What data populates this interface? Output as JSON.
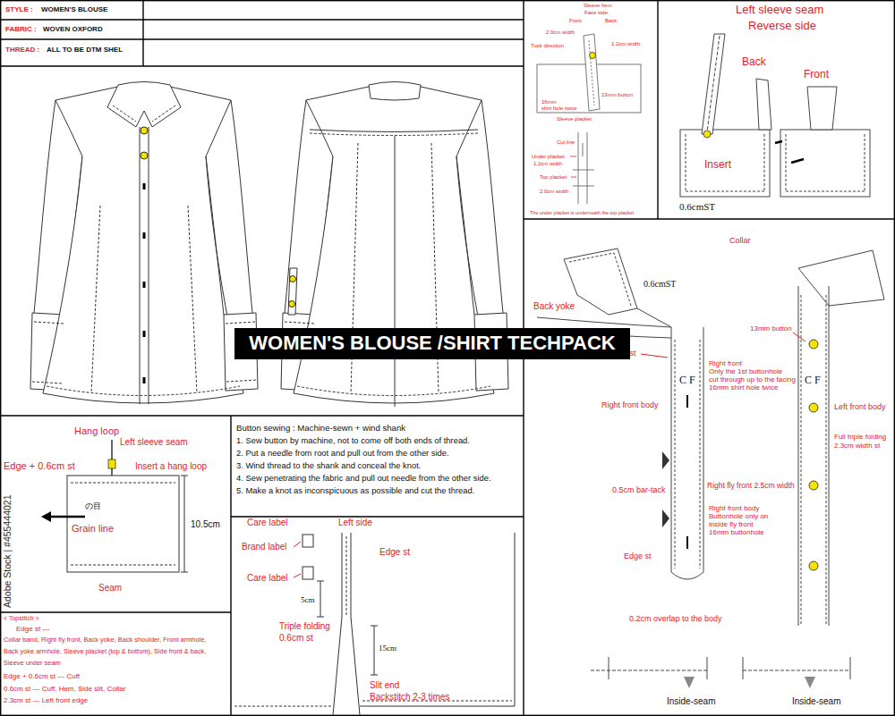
{
  "diagram": {
    "nodes": [
      {
        "text": [
          "WOMEN'S BLOUSE /SHIRT TECHPACK"
        ]
      }
    ],
    "labels": [
      "STYLE :",
      "WOMEN'S BLOUSE",
      "FABRIC :",
      "WOVEN OXFORD",
      "THREAD :",
      "ALL TO BE DTM SHEL",
      "Sleeve hem",
      "Face side",
      "Front",
      "Back",
      "2.0cm width",
      "1.2cm width",
      "Tuck direction",
      "13mm button",
      "16mm",
      "shirt hole twice",
      "Sleeve placket",
      "Cut line",
      "Under placket",
      "1.2cm width",
      "Top placket",
      "2.0cm width",
      "The under placket is underneath the top placket",
      "Left sleeve seam",
      "Reverse side",
      "Back",
      "Front",
      "Insert",
      "0.6cmST",
      "Collar",
      "0.6cmST",
      "Back yoke",
      "13mm button",
      "Edge st",
      "Right front",
      "Only the 1st buttonhole",
      "cut through up to the facing",
      "16mm shirt hole twice",
      "C F",
      "C F",
      "Right front body",
      "Left front body",
      "Full triple folding",
      "2.3cm width st",
      "0.5cm bar-tack",
      "Right fly front 2.5cm width",
      "Right front body",
      "Buttonhole only on",
      "inside fly front",
      "16mm buttonhole",
      "Edge st",
      "0.2cm overlap to the body",
      "Inside-seam",
      "Inside-seam",
      "Hang loop",
      "Left sleeve seam",
      "Edge + 0.6cm st",
      "Insert a hang loop",
      "の目",
      "Grain line",
      "10.5cm",
      "Seam",
      "< Topstitch >",
      "Edge st ---",
      "Collar band, Right fly front, Back yoke, Back shoulder, Front armhole,",
      "Back yoke armhole, Sleeve placket (top & bottom), Side front & back,",
      "Sleeve under seam",
      "Edge + 0.6cm st --- Cuff",
      "0.6cm st --- Cuff, Hem, Side slit, Collar",
      "2.3cm st --- Left front edge",
      "Button sewing : Machine-sewn + wind shank",
      "1. Sew button by machine, not to come off both ends of thread.",
      "2. Put a needle from root and pull out from the other side.",
      "3. Wind thread to the shank and conceal the knot.",
      "4. Sew penetrating the fabric and pull out needle from the other side.",
      "5. Make a knot as inconspicuous as possible and cut the thread.",
      "Care label",
      "Left side",
      "Brand label",
      "Edge st",
      "Care label",
      "5cm",
      "Triple folding",
      "0.6cm st",
      "15cm",
      "Slit end",
      "Backstitch 2-3 times",
      "Adobe Stock | #455444021"
    ]
  }
}
